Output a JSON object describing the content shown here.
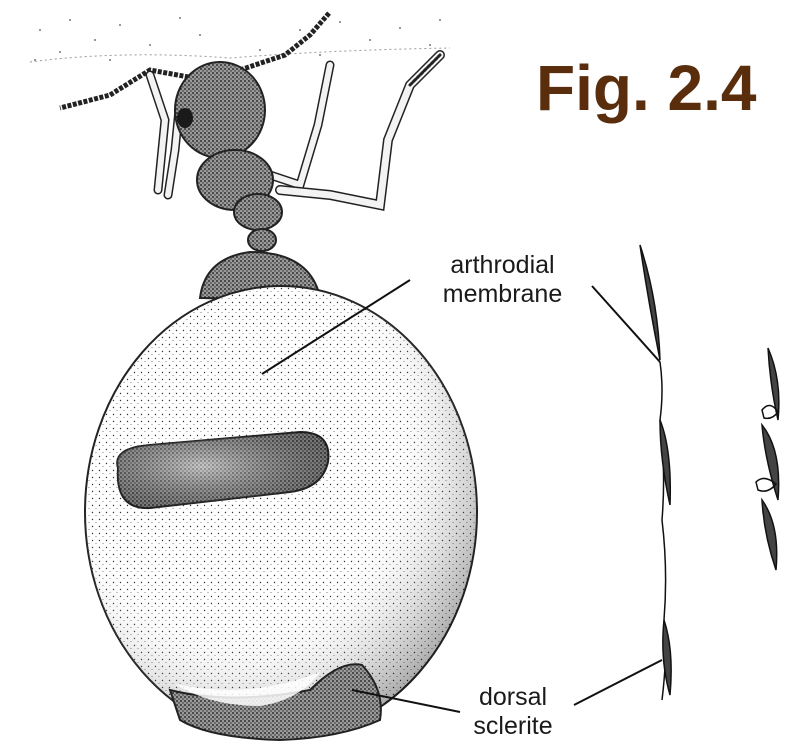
{
  "figure": {
    "title": "Fig. 2.4",
    "title_color": "#5a2d0c",
    "labels": {
      "arthrodial_line1": "arthrodial",
      "arthrodial_line2": "membrane",
      "dorsal_line1": "dorsal",
      "dorsal_line2": "sclerite"
    }
  }
}
